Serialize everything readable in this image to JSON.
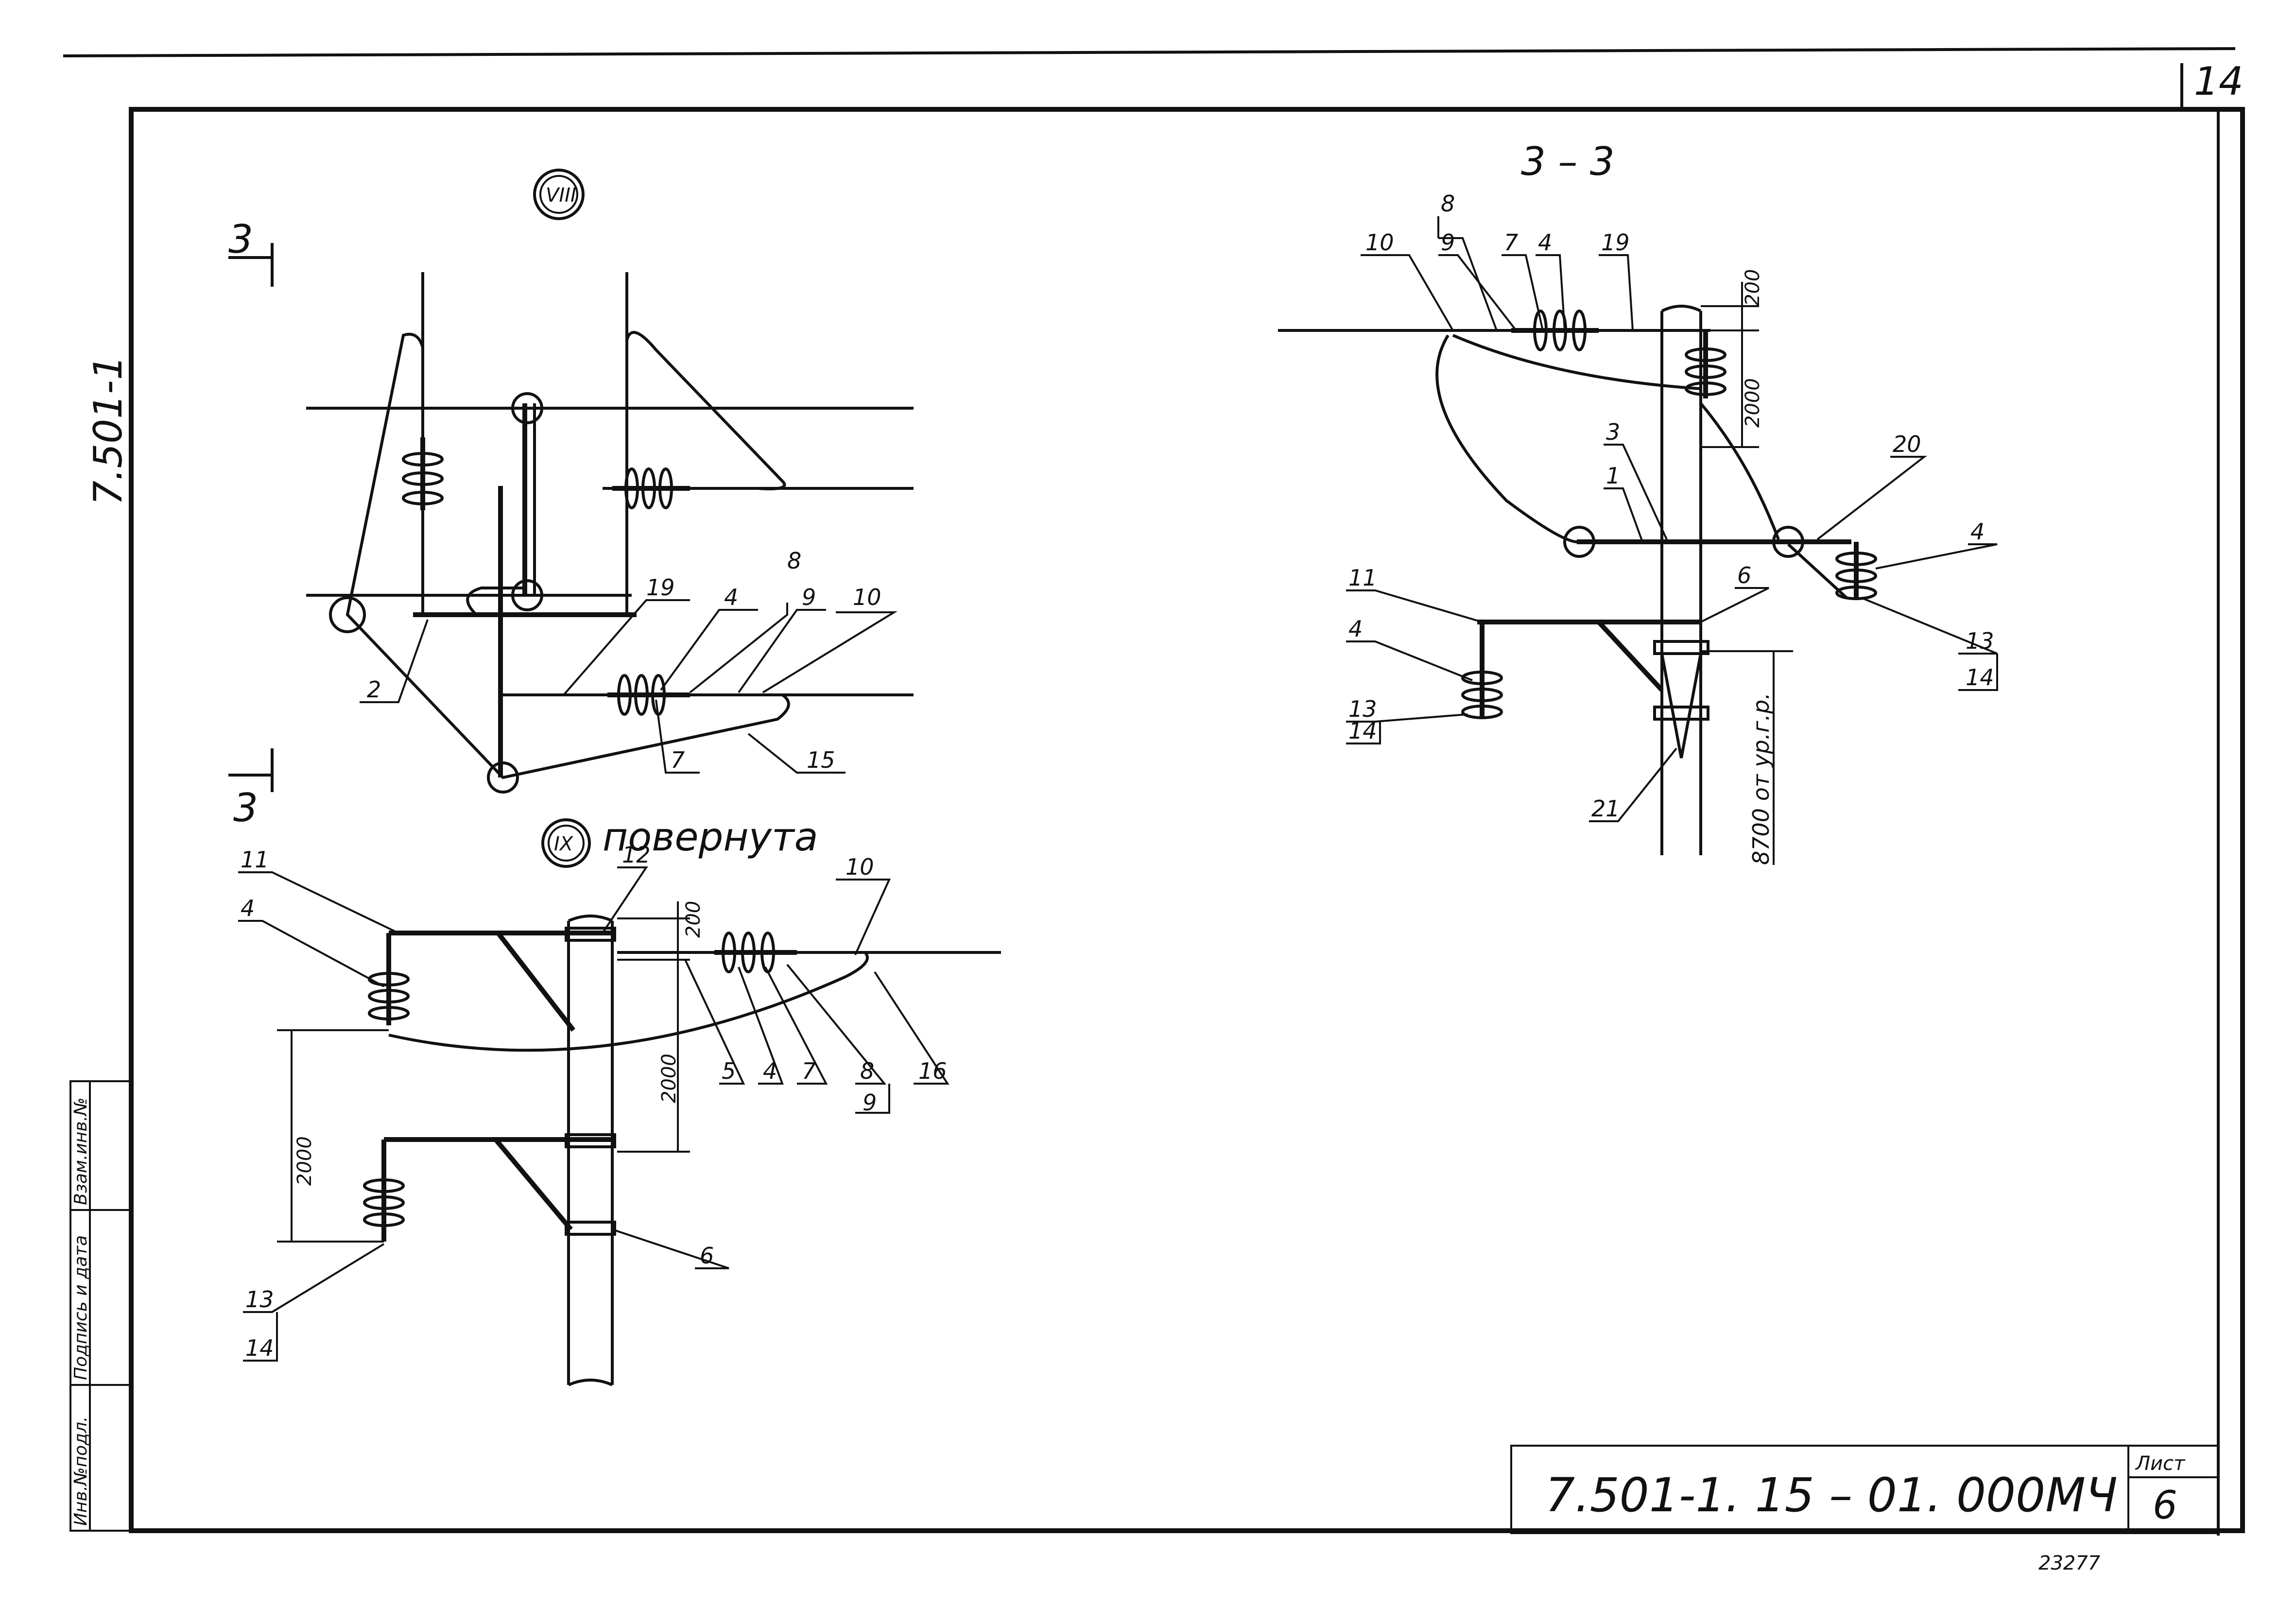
{
  "sheet": {
    "page_number": "14",
    "series_code": "7.501-1",
    "document_code": "7.501-1. 15 – 01. 000МЧ",
    "sheet_label": "Лист",
    "sheet_number": "6",
    "stamp": "23277"
  },
  "side_stamp": {
    "col1": "Инв.№подл.",
    "col2": "Подпись и дата",
    "col3": "Взам.инв.№"
  },
  "view_viii": {
    "marker": "VIII",
    "section_mark": "3",
    "labels": [
      "2",
      "19",
      "4",
      "8",
      "9",
      "10",
      "7",
      "15"
    ]
  },
  "view_ix": {
    "marker": "IX",
    "caption": "повернута",
    "labels": [
      "11",
      "4",
      "12",
      "10",
      "5",
      "4",
      "7",
      "8",
      "9",
      "16",
      "6",
      "13",
      "14"
    ],
    "dims": [
      "200",
      "2000",
      "2000"
    ]
  },
  "section_33": {
    "title": "3 – 3",
    "labels": [
      "8",
      "10",
      "9",
      "7",
      "4",
      "19",
      "3",
      "1",
      "20",
      "4",
      "11",
      "6",
      "4",
      "13",
      "14",
      "13",
      "14",
      "21"
    ],
    "dims": [
      "200",
      "2000"
    ],
    "height_note": "8700 от ур.г.р."
  }
}
